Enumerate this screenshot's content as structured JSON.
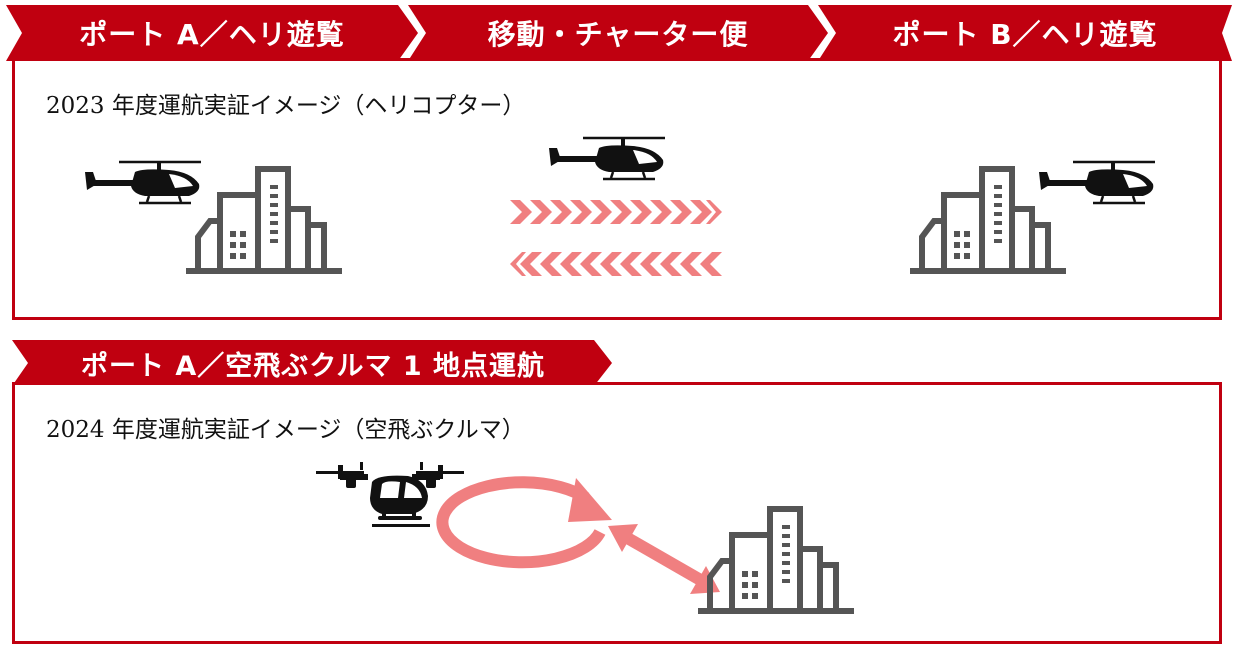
{
  "top_row": {
    "steps": [
      {
        "label": "ポート A／ヘリ遊覧"
      },
      {
        "label": "移動・チャーター便"
      },
      {
        "label": "ポート B／ヘリ遊覧"
      }
    ],
    "caption": "2023 年度運航実証イメージ（ヘリコプター）"
  },
  "bottom_row": {
    "header": "ポート A／空飛ぶクルマ 1 地点運航",
    "caption": "2024 年度運航実証イメージ（空飛ぶクルマ）"
  },
  "colors": {
    "accent_red": "#c00010",
    "arrow_pink": "#f07f80",
    "building_gray": "#555555",
    "vehicle_black": "#111111"
  },
  "icons": [
    "helicopter-icon",
    "building-icon",
    "evtol-icon",
    "chevron-arrow-icon",
    "loop-arrow-icon",
    "double-arrow-icon"
  ]
}
